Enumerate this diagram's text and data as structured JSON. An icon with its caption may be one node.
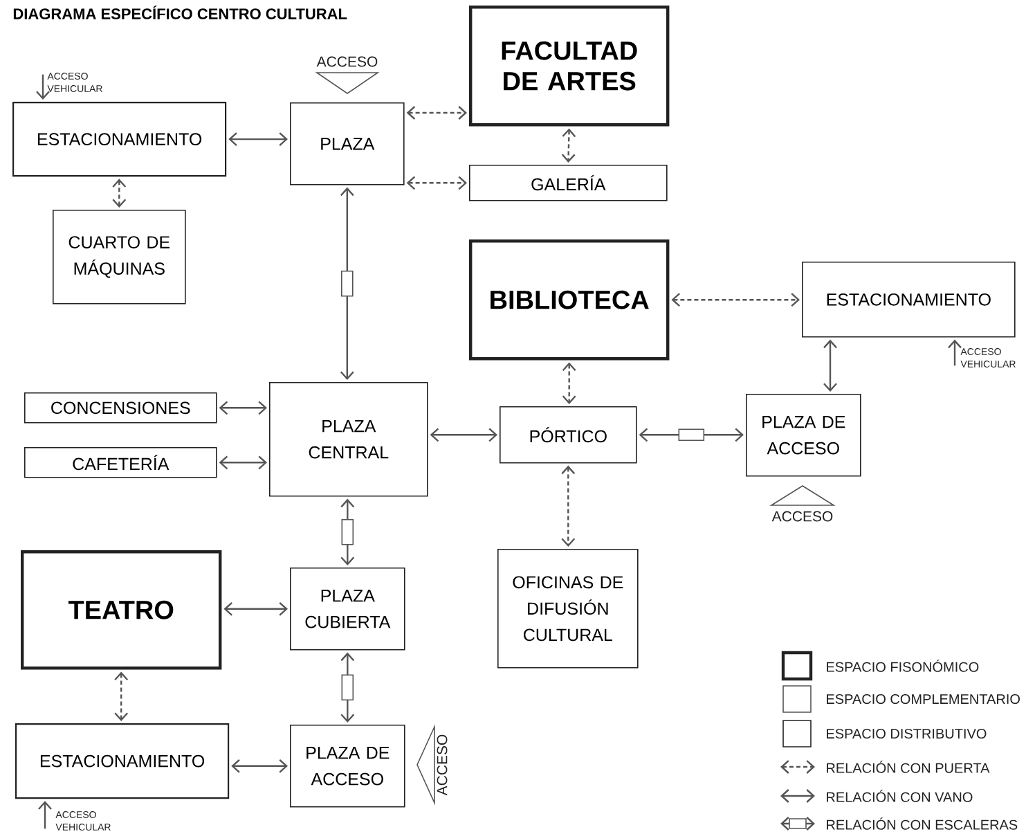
{
  "diagram": {
    "title": "DIAGRAMA ESPECÍFICO CENTRO CULTURAL",
    "nodes": [
      {
        "text": [
          "FACULTAD DE ARTES"
        ]
      },
      {
        "text": [
          "ESTACIONAMIENTO"
        ]
      },
      {
        "text": [
          "PLAZA"
        ]
      },
      {
        "text": [
          "GALERÍA"
        ]
      },
      {
        "text": [
          "CUARTO DE MÁQUINAS"
        ]
      },
      {
        "text": [
          "BIBLIOTECA"
        ]
      },
      {
        "text": [
          "ESTACIONAMIENTO"
        ]
      },
      {
        "text": [
          "CONCENSIONES"
        ]
      },
      {
        "text": [
          "PLAZA CENTRAL"
        ]
      },
      {
        "text": [
          "PÓRTICO"
        ]
      },
      {
        "text": [
          "CAFETERÍA"
        ]
      },
      {
        "text": [
          "PLAZA DE ACCESO"
        ]
      },
      {
        "text": [
          "TEATRO"
        ]
      },
      {
        "text": [
          "PLAZA CUBIERTA"
        ]
      },
      {
        "text": [
          "OFICINAS DE DIFUSIÓN CULTURAL"
        ]
      },
      {
        "text": [
          "ESTACIONAMIENTO"
        ]
      },
      {
        "text": [
          "PLAZA DE ACCESO"
        ]
      },
      {
        "text": [
          "ACCESO"
        ]
      },
      {
        "text": [
          "ACCESO VEHICULAR"
        ]
      },
      {
        "text": [
          "ACCESO VEHICULAR"
        ]
      },
      {
        "text": [
          "ACCESO"
        ]
      },
      {
        "text": [
          "ACCESO"
        ]
      },
      {
        "text": [
          "ACCESO VEHICULAR"
        ]
      }
    ],
    "edges": [
      {
        "from": 1,
        "to": 2,
        "arrow": "both"
      },
      {
        "from": 1,
        "to": 4,
        "arrow": "both",
        "style": "dashed"
      },
      {
        "from": 2,
        "to": 0,
        "arrow": "both",
        "style": "dashed"
      },
      {
        "from": 2,
        "to": 3,
        "arrow": "both",
        "style": "dashed"
      },
      {
        "from": 0,
        "to": 3,
        "arrow": "both",
        "style": "dashed"
      },
      {
        "from": 2,
        "to": 8,
        "arrow": "both"
      },
      {
        "from": 5,
        "to": 6,
        "arrow": "both",
        "style": "dashed"
      },
      {
        "from": 5,
        "to": 9,
        "arrow": "both",
        "style": "dashed"
      },
      {
        "from": 6,
        "to": 11,
        "arrow": "both"
      },
      {
        "from": 7,
        "to": 8,
        "arrow": "both"
      },
      {
        "from": 10,
        "to": 8,
        "arrow": "both"
      },
      {
        "from": 8,
        "to": 9,
        "arrow": "both"
      },
      {
        "from": 9,
        "to": 11,
        "arrow": "both"
      },
      {
        "from": 9,
        "to": 14,
        "arrow": "both",
        "style": "dashed"
      },
      {
        "from": 8,
        "to": 13,
        "arrow": "both"
      },
      {
        "from": 12,
        "to": 13,
        "arrow": "both"
      },
      {
        "from": 12,
        "to": 15,
        "arrow": "both",
        "style": "dashed"
      },
      {
        "from": 13,
        "to": 16,
        "arrow": "both"
      },
      {
        "from": 15,
        "to": 16,
        "arrow": "both"
      },
      {
        "from": 18,
        "to": 1,
        "arrow": "to"
      },
      {
        "from": 19,
        "to": 6,
        "arrow": "to"
      },
      {
        "from": 22,
        "to": 15,
        "arrow": "to"
      }
    ],
    "legend": [
      {
        "text": "ESPACIO FISONÓMICO"
      },
      {
        "text": "ESPACIO COMPLEMENTARIO"
      },
      {
        "text": "ESPACIO DISTRIBUTIVO"
      },
      {
        "text": "RELACIÓN CON PUERTA"
      },
      {
        "text": "RELACIÓN CON VANO"
      },
      {
        "text": "RELACIÓN CON ESCALERAS"
      }
    ]
  }
}
